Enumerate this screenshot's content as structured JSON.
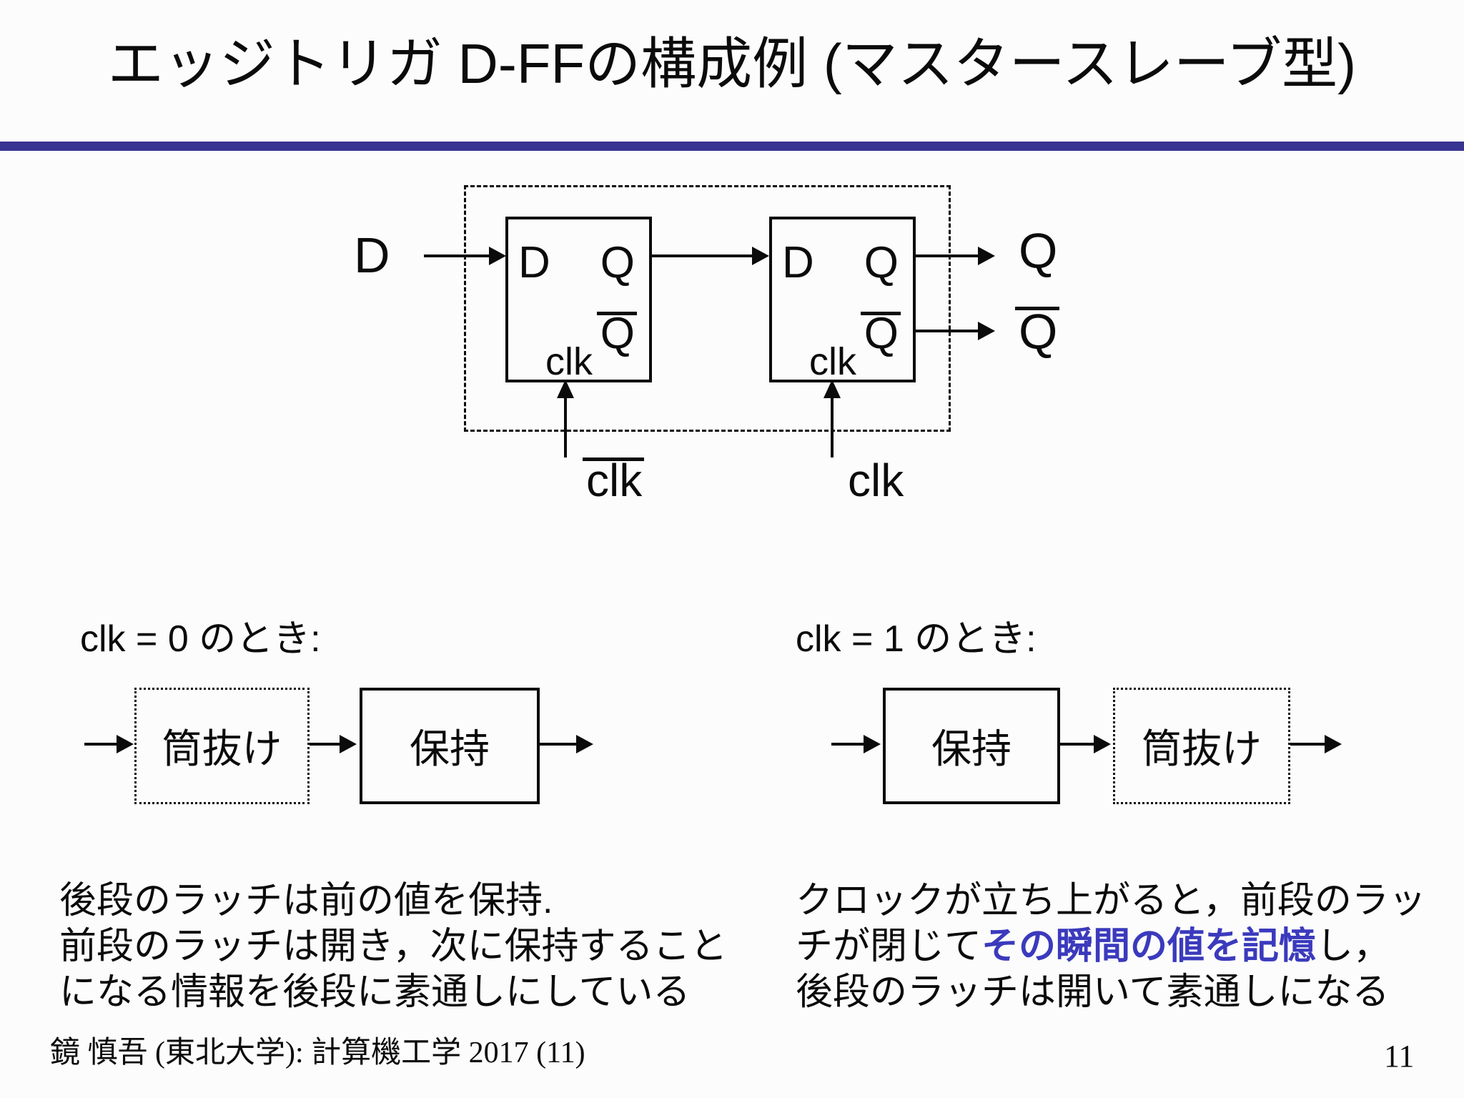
{
  "slide": {
    "title": "エッジトリガ D-FFの構成例 (マスタースレーブ型)",
    "footer": "鏡 慎吾 (東北大学): 計算機工学 2017 (11)",
    "page_number": "11",
    "accent_bar_color": "#383492",
    "emphasis_color": "#3b3abd"
  },
  "diagram": {
    "input_label": "D",
    "latch1": {
      "d_label": "D",
      "q_label": "Q",
      "qbar_label": "Q",
      "clk_label": "clk"
    },
    "latch2": {
      "d_label": "D",
      "q_label": "Q",
      "qbar_label": "Q",
      "clk_label": "clk"
    },
    "output_q_label": "Q",
    "output_qbar_label": "Q",
    "clkbar_input_label": "clk",
    "clk_input_label": "clk"
  },
  "case_clk0": {
    "heading": "clk = 0 のとき:",
    "first_box_label": "筒抜け",
    "second_box_label": "保持"
  },
  "case_clk1": {
    "heading": "clk = 1 のとき:",
    "first_box_label": "保持",
    "second_box_label": "筒抜け"
  },
  "notes": {
    "clk0_line1": "後段のラッチは前の値を保持.",
    "clk0_line2": "前段のラッチは開き，次に保持すること",
    "clk0_line3": "になる情報を後段に素通しにしている",
    "clk1_line1": "クロックが立ち上がると，前段のラッ",
    "clk1_line2_pre": "チが閉じて",
    "clk1_line2_emphasis": "その瞬間の値を記憶",
    "clk1_line2_post": "し，",
    "clk1_line3": "後段のラッチは開いて素通しになる"
  }
}
